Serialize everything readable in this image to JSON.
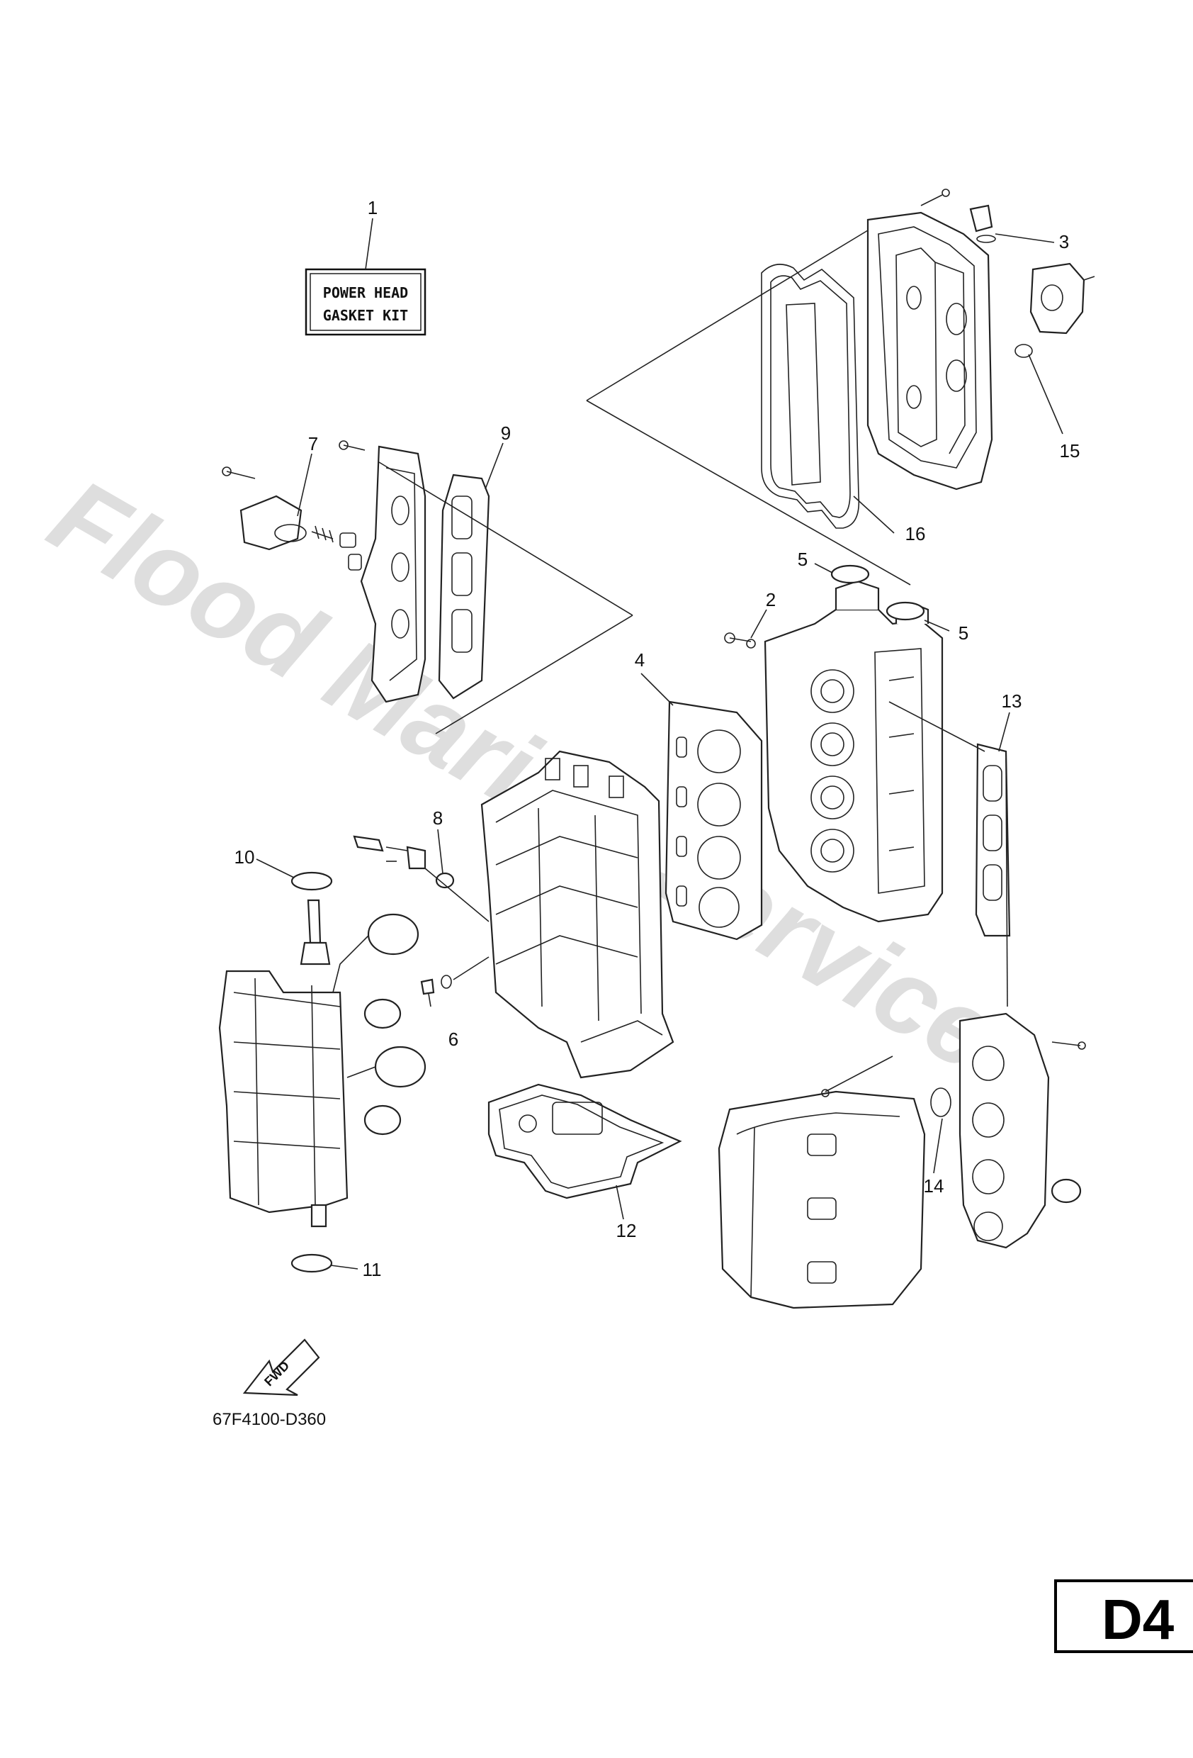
{
  "kit_box": {
    "line1": "POWER HEAD",
    "line2": "GASKET KIT"
  },
  "watermark": "Flood Marine Services",
  "fwd_label": "FWD",
  "drawing_code": "67F4100-D360",
  "page_id": "D4",
  "callouts": [
    {
      "id": "c1",
      "label": "1"
    },
    {
      "id": "c2",
      "label": "2"
    },
    {
      "id": "c3",
      "label": "3"
    },
    {
      "id": "c4",
      "label": "4"
    },
    {
      "id": "c5a",
      "label": "5"
    },
    {
      "id": "c5b",
      "label": "5"
    },
    {
      "id": "c6",
      "label": "6"
    },
    {
      "id": "c7",
      "label": "7"
    },
    {
      "id": "c8",
      "label": "8"
    },
    {
      "id": "c9",
      "label": "9"
    },
    {
      "id": "c10",
      "label": "10"
    },
    {
      "id": "c11",
      "label": "11"
    },
    {
      "id": "c12",
      "label": "12"
    },
    {
      "id": "c13",
      "label": "13"
    },
    {
      "id": "c14",
      "label": "14"
    },
    {
      "id": "c15",
      "label": "15"
    },
    {
      "id": "c16",
      "label": "16"
    }
  ]
}
